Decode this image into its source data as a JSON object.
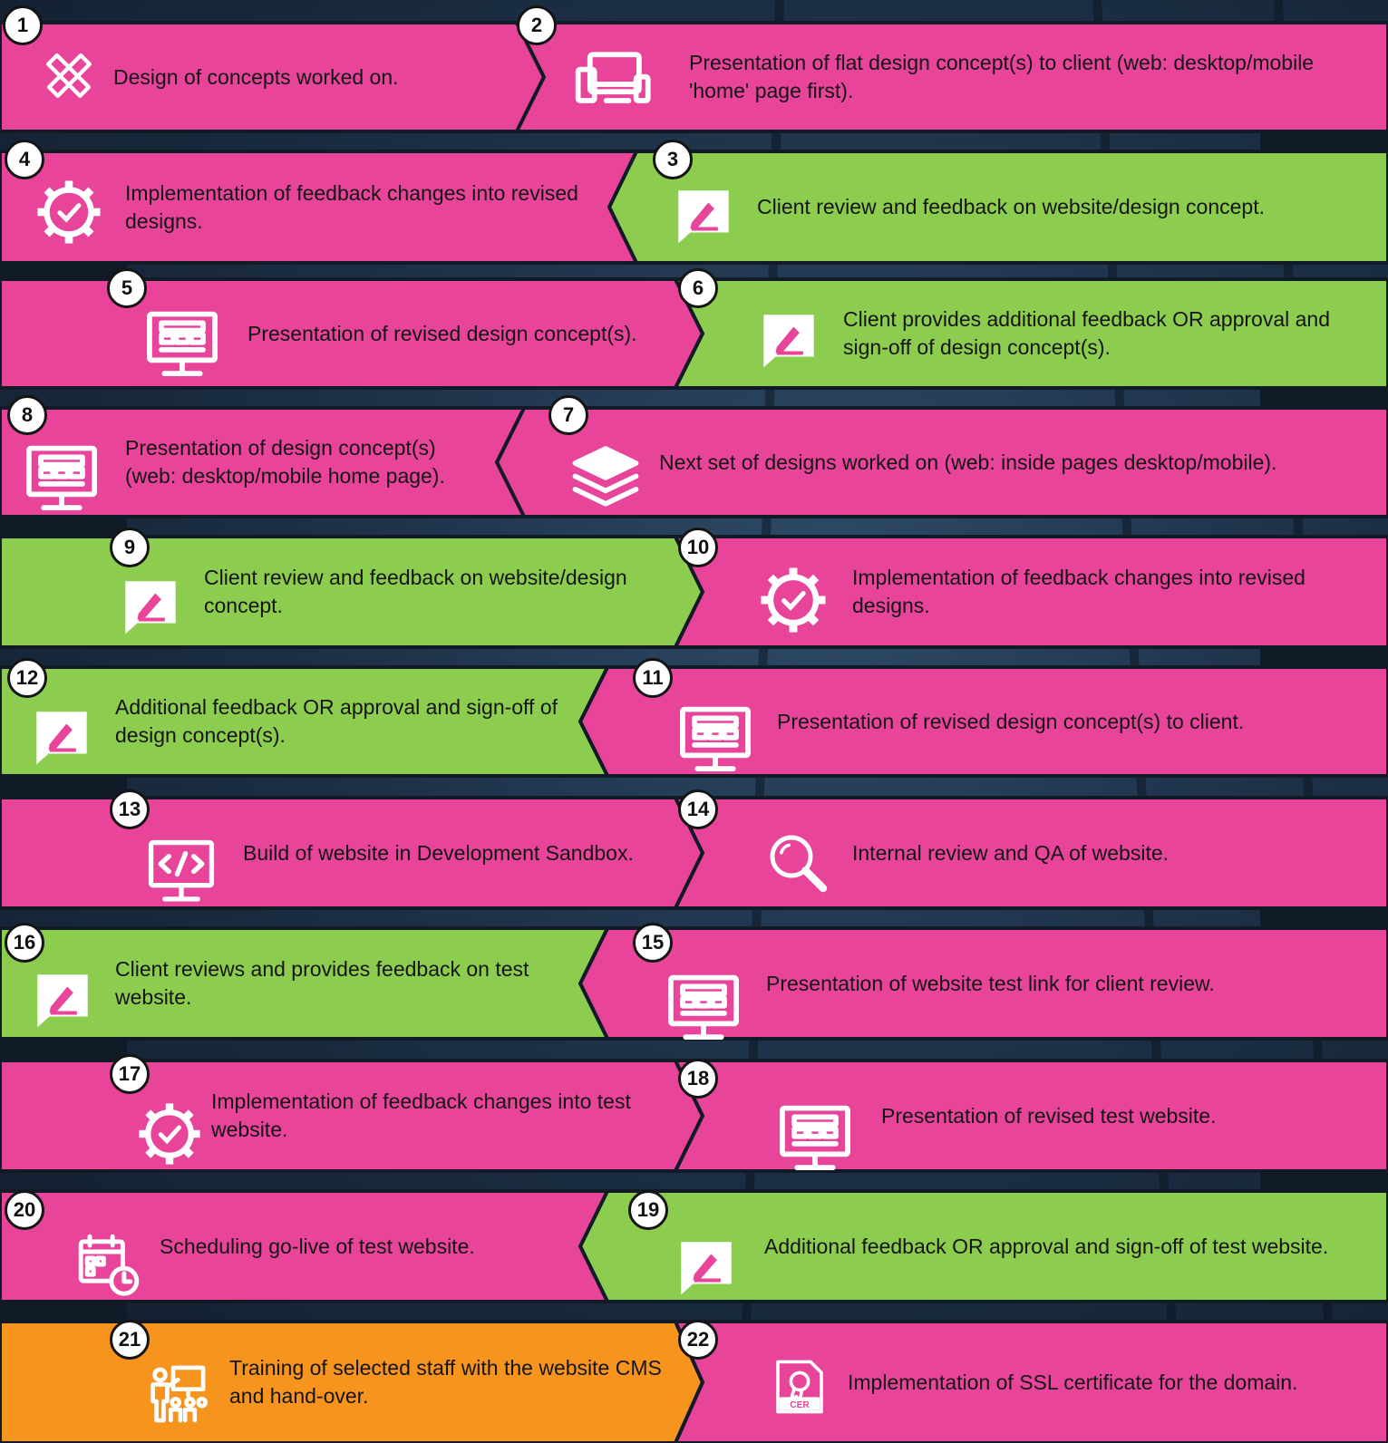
{
  "colors": {
    "pink": "#e8449a",
    "green": "#8ccc4f",
    "orange": "#f7941d",
    "background": "#1c2f45",
    "outline": "#111b27"
  },
  "steps": [
    {
      "number": "1",
      "text": "Design of concepts worked on.",
      "icon": "pencil-ruler-icon"
    },
    {
      "number": "2",
      "text": "Presentation of flat design concept(s) to client (web: desktop/mobile 'home' page first).",
      "icon": "devices-icon"
    },
    {
      "number": "3",
      "text": "Client review and feedback on website/design concept.",
      "icon": "feedback-edit-icon"
    },
    {
      "number": "4",
      "text": "Implementation of feedback changes into revised designs.",
      "icon": "gear-check-icon"
    },
    {
      "number": "5",
      "text": "Presentation of revised design concept(s).",
      "icon": "monitor-layout-icon"
    },
    {
      "number": "6",
      "text": "Client provides additional feedback OR approval and sign-off of design concept(s).",
      "icon": "feedback-edit-icon"
    },
    {
      "number": "7",
      "text": "Next set of designs worked on (web: inside pages desktop/mobile).",
      "icon": "layers-icon"
    },
    {
      "number": "8",
      "text": "Presentation of design concept(s) (web: desktop/mobile home page).",
      "icon": "monitor-layout-icon"
    },
    {
      "number": "9",
      "text": "Client review and feedback on website/design concept.",
      "icon": "feedback-edit-icon"
    },
    {
      "number": "10",
      "text": "Implementation of feedback changes into revised designs.",
      "icon": "gear-check-icon"
    },
    {
      "number": "11",
      "text": "Presentation of revised design concept(s) to client.",
      "icon": "monitor-layout-icon"
    },
    {
      "number": "12",
      "text": "Additional feedback OR approval and sign-off of design concept(s).",
      "icon": "feedback-edit-icon"
    },
    {
      "number": "13",
      "text": "Build of website in Development Sandbox.",
      "icon": "code-monitor-icon"
    },
    {
      "number": "14",
      "text": "Internal review and QA of website.",
      "icon": "magnifier-icon"
    },
    {
      "number": "15",
      "text": "Presentation of website test link for client review.",
      "icon": "monitor-layout-icon"
    },
    {
      "number": "16",
      "text": "Client reviews and provides feedback on test website.",
      "icon": "feedback-edit-icon"
    },
    {
      "number": "17",
      "text": "Implementation of feedback changes into test website.",
      "icon": "gear-check-icon"
    },
    {
      "number": "18",
      "text": "Presentation of revised test website.",
      "icon": "monitor-layout-icon"
    },
    {
      "number": "19",
      "text": "Additional feedback OR approval and sign-off of test website.",
      "icon": "feedback-edit-icon"
    },
    {
      "number": "20",
      "text": "Scheduling go-live of test website.",
      "icon": "calendar-clock-icon"
    },
    {
      "number": "21",
      "text": "Training of selected staff with the website CMS and hand-over.",
      "icon": "training-presentation-icon"
    },
    {
      "number": "22",
      "text": "Implementation of SSL certificate for the domain.",
      "icon": "certificate-icon"
    }
  ]
}
